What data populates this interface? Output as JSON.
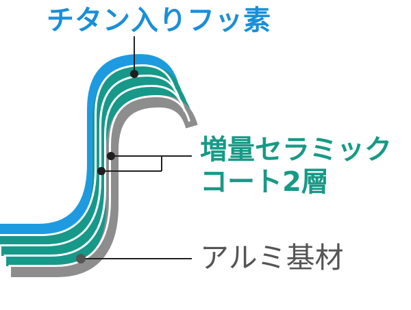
{
  "labels": {
    "top": "チタン入りフッ素",
    "middle_line1": "増量セラミック",
    "middle_line2": "コート2層",
    "bottom": "アルミ基材"
  },
  "colors": {
    "fluorine_layer": "#1e9be0",
    "ceramic_layer": "#17998a",
    "aluminum_layer": "#8d8d8d",
    "separator": "#ffffff",
    "leader_line": "#1f1f1f",
    "top_label_text": "#1a8fd8",
    "middle_label_text": "#169a86",
    "bottom_label_text": "#555555"
  }
}
